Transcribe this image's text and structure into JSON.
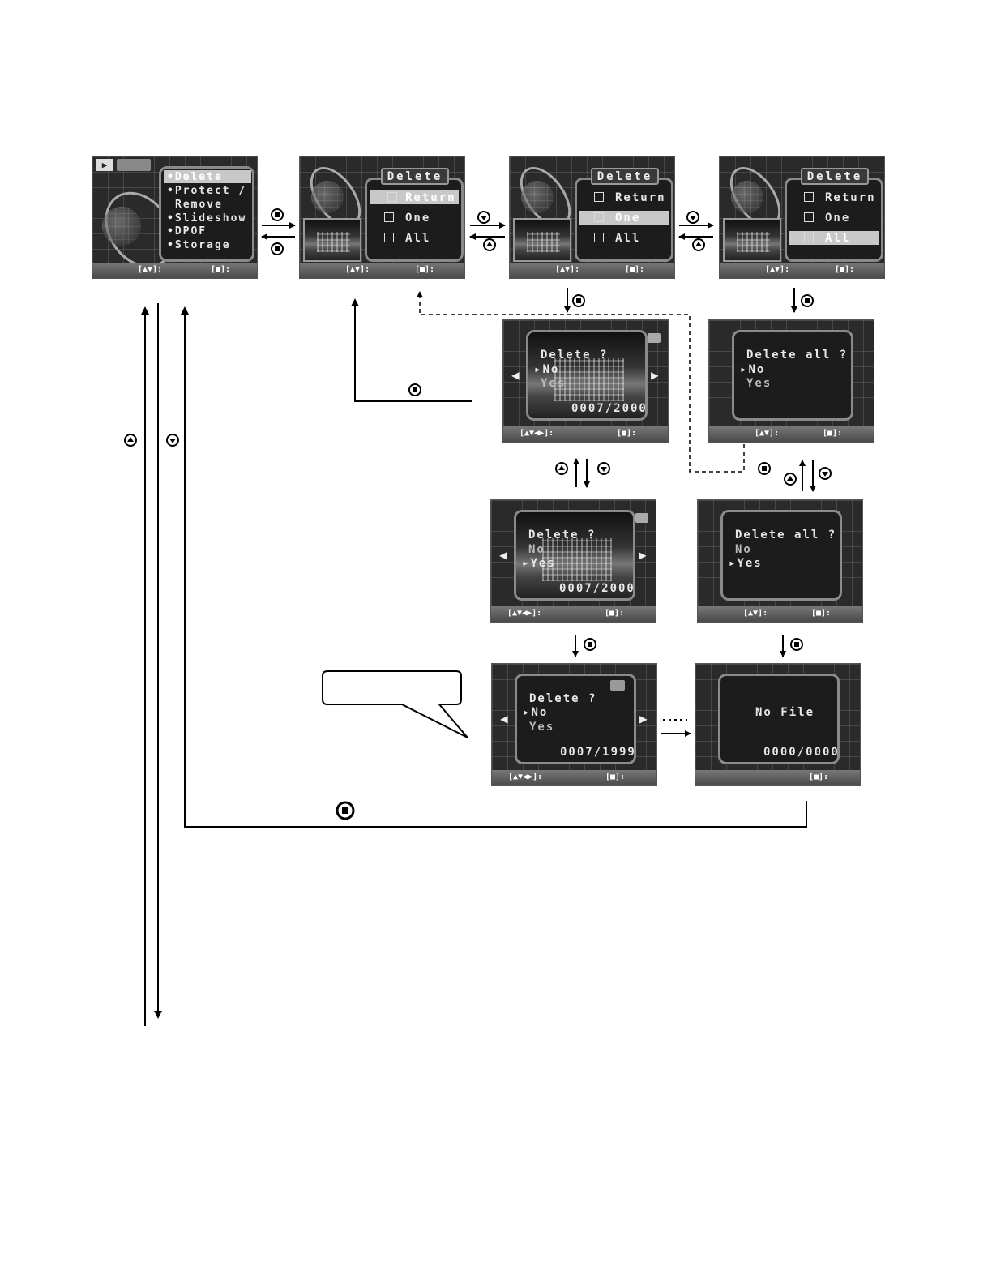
{
  "menu_screen": {
    "items": [
      "Delete",
      "Protect /",
      "Remove",
      "Slideshow",
      "DPOF",
      "Storage"
    ],
    "status_left": "[▲▼]:",
    "status_right": "[■]:"
  },
  "delete_screens": {
    "title": "Delete",
    "options": [
      "Return",
      "One",
      "All"
    ],
    "status_left": "[▲▼]:",
    "status_right": "[■]:"
  },
  "confirm_one": {
    "title": "Delete ?",
    "no": "No",
    "yes": "Yes",
    "counter": "0007/2000",
    "status_left": "[▲▼◀▶]:",
    "status_right": "[■]:"
  },
  "confirm_all": {
    "title": "Delete all ?",
    "no": "No",
    "yes": "Yes",
    "status_left": "[▲▼]:",
    "status_right": "[■]:"
  },
  "after_delete": {
    "title": "Delete ?",
    "no": "No",
    "yes": "Yes",
    "counter": "0007/1999",
    "status_left": "[▲▼◀▶]:",
    "status_right": "[■]:"
  },
  "no_file": {
    "message": "No File",
    "counter": "0000/0000",
    "status_right": "[■]:"
  },
  "callout": {
    "text": ""
  },
  "icons": {
    "up_button": "up-button-icon",
    "down_button": "down-button-icon",
    "ok_button": "ok-button-icon"
  },
  "colors": {
    "screen_bg": "#2a2a2a",
    "highlight": "#c8c8c8",
    "line": "#000000"
  }
}
